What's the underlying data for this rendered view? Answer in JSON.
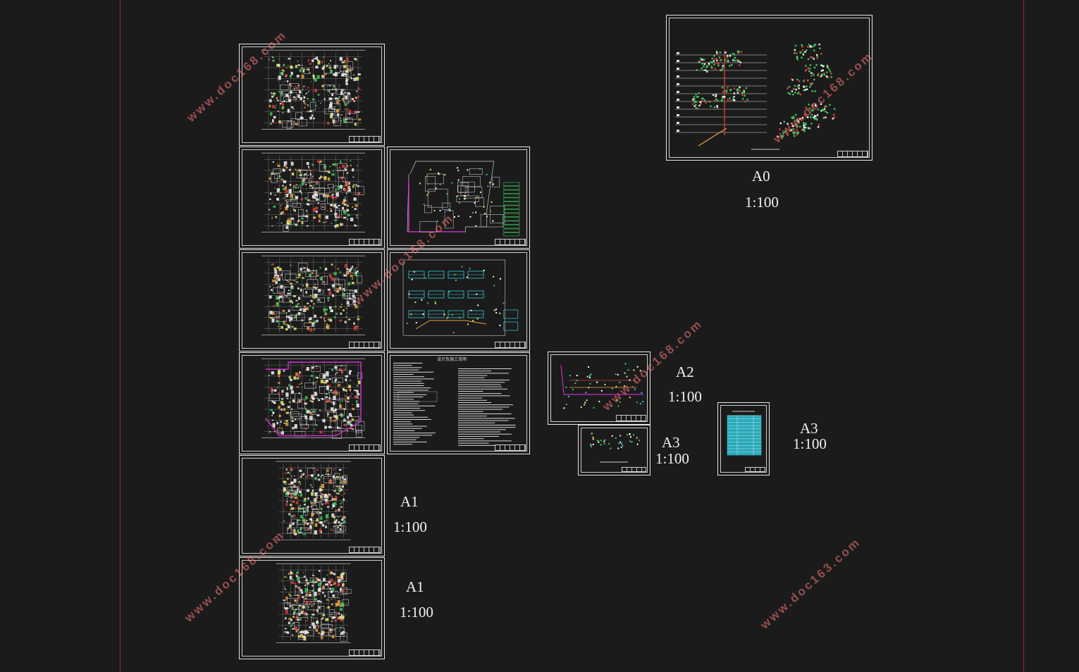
{
  "notes_title": "设计及施工说明",
  "labels": {
    "a0": "A0",
    "a0_scale": "1:100",
    "a2": "A2",
    "a2_scale": "1:100",
    "a3_left": "A3",
    "a3_left_scale": "1:100",
    "a3_right": "A3",
    "a3_right_scale": "1:100",
    "a1_top": "A1",
    "a1_top_scale": "1:100",
    "a1_bottom": "A1",
    "a1_bottom_scale": "1:100"
  },
  "watermark": "www.doc168.com",
  "watermark_alt": "www.doc163.com",
  "colors": {
    "background": "#1b1b1b",
    "border_line": "#b0202a",
    "sheet_frame": "#e6e6e6",
    "watermark": "#ff7878"
  }
}
